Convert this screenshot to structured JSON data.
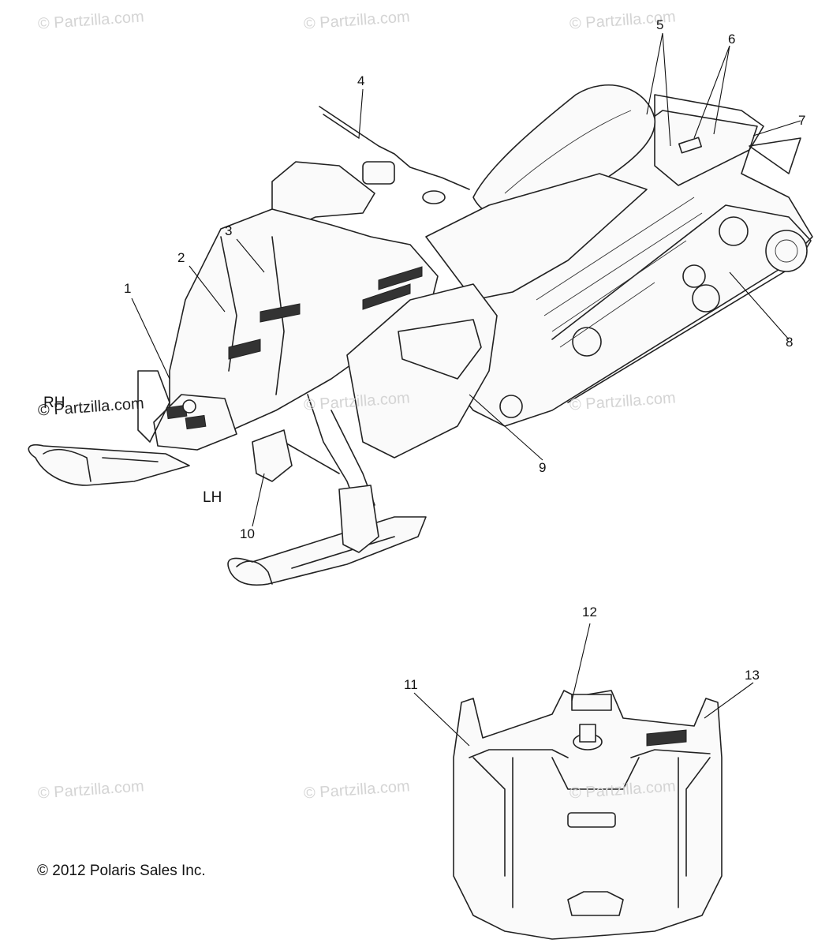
{
  "watermarks": [
    "© Partzilla.com",
    "© Partzilla.com",
    "© Partzilla.com",
    "© Partzilla.com",
    "© Partzilla.com",
    "© Partzilla.com",
    "© Partzilla.com",
    "© Partzilla.com"
  ],
  "overlay_mark": "© Partzilla.com",
  "side_labels": {
    "rh": "RH",
    "lh": "LH"
  },
  "callouts": [
    "1",
    "2",
    "3",
    "4",
    "5",
    "6",
    "7",
    "8",
    "9",
    "10",
    "11",
    "12",
    "13"
  ],
  "copyright": "© 2012 Polaris Sales Inc.",
  "colors": {
    "line": "#222222",
    "watermark": "#d4d4d4",
    "background": "#ffffff"
  }
}
